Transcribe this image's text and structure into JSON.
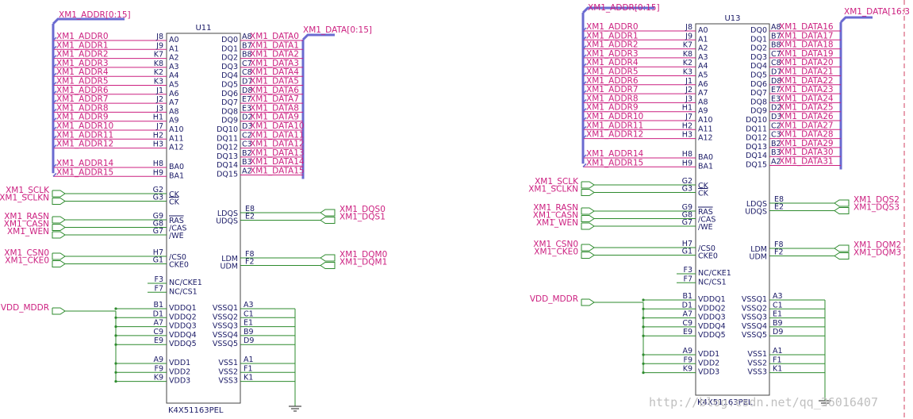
{
  "watermark": "http://blog.csdn.net/qq_36016407",
  "colors": {
    "wire": "#2e8b2e",
    "bus": "#6a6ad0",
    "net": "#cc2080",
    "pin": "#1a1a66"
  },
  "u11": {
    "refdes": "U11",
    "part": "K4X51163PEL",
    "addr_bus": "XM1_ADDR[0:15]",
    "data_bus": "XM1_DATA[0:15]",
    "addr_pins": [
      {
        "net": "XM1_ADDR0",
        "num": "J8",
        "name": "A0"
      },
      {
        "net": "XM1_ADDR1",
        "num": "J9",
        "name": "A1"
      },
      {
        "net": "XM1_ADDR2",
        "num": "K7",
        "name": "A2"
      },
      {
        "net": "XM1_ADDR3",
        "num": "K8",
        "name": "A3"
      },
      {
        "net": "XM1_ADDR4",
        "num": "K2",
        "name": "A4"
      },
      {
        "net": "XM1_ADDR5",
        "num": "K3",
        "name": "A5"
      },
      {
        "net": "XM1_ADDR6",
        "num": "J1",
        "name": "A6"
      },
      {
        "net": "XM1_ADDR7",
        "num": "J2",
        "name": "A7"
      },
      {
        "net": "XM1_ADDR8",
        "num": "J3",
        "name": "A8"
      },
      {
        "net": "XM1_ADDR9",
        "num": "H1",
        "name": "A9"
      },
      {
        "net": "XM1_ADDR10",
        "num": "J7",
        "name": "A10"
      },
      {
        "net": "XM1_ADDR11",
        "num": "H2",
        "name": "A11"
      },
      {
        "net": "XM1_ADDR12",
        "num": "H3",
        "name": "A12"
      }
    ],
    "ba_pins": [
      {
        "net": "XM1_ADDR14",
        "num": "H8",
        "name": "BA0"
      },
      {
        "net": "XM1_ADDR15",
        "num": "H9",
        "name": "BA1"
      }
    ],
    "data_pins": [
      {
        "name": "DQ0",
        "num": "A8",
        "net": "XM1_DATA0"
      },
      {
        "name": "DQ1",
        "num": "B7",
        "net": "XM1_DATA1"
      },
      {
        "name": "DQ2",
        "num": "B8",
        "net": "XM1_DATA2"
      },
      {
        "name": "DQ3",
        "num": "C7",
        "net": "XM1_DATA3"
      },
      {
        "name": "DQ4",
        "num": "C8",
        "net": "XM1_DATA4"
      },
      {
        "name": "DQ5",
        "num": "D7",
        "net": "XM1_DATA5"
      },
      {
        "name": "DQ6",
        "num": "D8",
        "net": "XM1_DATA6"
      },
      {
        "name": "DQ7",
        "num": "E7",
        "net": "XM1_DATA7"
      },
      {
        "name": "DQ8",
        "num": "E3",
        "net": "XM1_DATA8"
      },
      {
        "name": "DQ9",
        "num": "D2",
        "net": "XM1_DATA9"
      },
      {
        "name": "DQ10",
        "num": "D3",
        "net": "XM1_DATA10"
      },
      {
        "name": "DQ11",
        "num": "C2",
        "net": "XM1_DATA11"
      },
      {
        "name": "DQ12",
        "num": "C3",
        "net": "XM1_DATA12"
      },
      {
        "name": "DQ13",
        "num": "B2",
        "net": "XM1_DATA13"
      },
      {
        "name": "DQ14",
        "num": "B3",
        "net": "XM1_DATA14"
      },
      {
        "name": "DQ15",
        "num": "A2",
        "net": "XM1_DATA15"
      }
    ],
    "ctl_groups": [
      [
        {
          "net": "XM1_SCLK",
          "num": "G2",
          "name": "CK"
        },
        {
          "net": "XM1_SCLKN",
          "num": "G3",
          "name": "CK",
          "bar": true
        }
      ],
      [
        {
          "net": "XM1_RASN",
          "num": "G9",
          "name": "RAS",
          "bar": true
        },
        {
          "net": "XM1_CASN",
          "num": "G8",
          "name": "/CAS"
        },
        {
          "net": "XM1_WEN",
          "num": "G7",
          "name": "/WE"
        }
      ],
      [
        {
          "net": "XM1_CSN0",
          "num": "H7",
          "name": "/CS0"
        },
        {
          "net": "XM1_CKE0",
          "num": "G1",
          "name": "CKE0"
        }
      ]
    ],
    "nc_pins": [
      {
        "num": "F3",
        "name": "NC/CKE1"
      },
      {
        "num": "F7",
        "name": "NC/CS1"
      }
    ],
    "dqs_pins": [
      {
        "name": "LDQS",
        "num": "E8",
        "net": "XM1_DQS0"
      },
      {
        "name": "UDQS",
        "num": "E2",
        "net": "XM1_DQS1"
      }
    ],
    "dqm_pins": [
      {
        "name": "LDM",
        "num": "F8",
        "net": "XM1_DQM0"
      },
      {
        "name": "UDM",
        "num": "F2",
        "net": "XM1_DQM1"
      }
    ],
    "power_net": "VDD_MDDR",
    "vddq_pins": [
      {
        "num": "B1",
        "name": "VDDQ1"
      },
      {
        "num": "D1",
        "name": "VDDQ2"
      },
      {
        "num": "A7",
        "name": "VDDQ3"
      },
      {
        "num": "C9",
        "name": "VDDQ4"
      },
      {
        "num": "E9",
        "name": "VDDQ5"
      }
    ],
    "vdd_pins": [
      {
        "num": "A9",
        "name": "VDD1"
      },
      {
        "num": "F9",
        "name": "VDD2"
      },
      {
        "num": "K9",
        "name": "VDD3"
      }
    ],
    "vssq_pins": [
      {
        "name": "VSSQ1",
        "num": "A3"
      },
      {
        "name": "VSSQ2",
        "num": "C1"
      },
      {
        "name": "VSSQ3",
        "num": "E1"
      },
      {
        "name": "VSSQ4",
        "num": "B9"
      },
      {
        "name": "VSSQ5",
        "num": "D9"
      }
    ],
    "vss_pins": [
      {
        "name": "VSS1",
        "num": "A1"
      },
      {
        "name": "VSS2",
        "num": "F1"
      },
      {
        "name": "VSS3",
        "num": "K1"
      }
    ]
  },
  "u13": {
    "refdes": "U13",
    "part": "K4X51163PEL",
    "addr_bus": "XM1_ADDR[0:15]",
    "data_bus": "XM1_DATA[16:3",
    "addr_pins": [
      {
        "net": "XM1_ADDR0",
        "num": "J8",
        "name": "A0"
      },
      {
        "net": "XM1_ADDR1",
        "num": "J9",
        "name": "A1"
      },
      {
        "net": "XM1_ADDR2",
        "num": "K7",
        "name": "A2"
      },
      {
        "net": "XM1_ADDR3",
        "num": "K8",
        "name": "A3"
      },
      {
        "net": "XM1_ADDR4",
        "num": "K2",
        "name": "A4"
      },
      {
        "net": "XM1_ADDR5",
        "num": "K3",
        "name": "A5"
      },
      {
        "net": "XM1_ADDR6",
        "num": "J1",
        "name": "A6"
      },
      {
        "net": "XM1_ADDR7",
        "num": "J2",
        "name": "A7"
      },
      {
        "net": "XM1_ADDR8",
        "num": "J3",
        "name": "A8"
      },
      {
        "net": "XM1_ADDR9",
        "num": "H1",
        "name": "A9"
      },
      {
        "net": "XM1_ADDR10",
        "num": "J7",
        "name": "A10"
      },
      {
        "net": "XM1_ADDR11",
        "num": "H2",
        "name": "A11"
      },
      {
        "net": "XM1_ADDR12",
        "num": "H3",
        "name": "A12"
      }
    ],
    "ba_pins": [
      {
        "net": "XM1_ADDR14",
        "num": "H8",
        "name": "BA0"
      },
      {
        "net": "XM1_ADDR15",
        "num": "H9",
        "name": "BA1"
      }
    ],
    "data_pins": [
      {
        "name": "DQ0",
        "num": "A8",
        "net": "XM1_DATA16"
      },
      {
        "name": "DQ1",
        "num": "B7",
        "net": "XM1_DATA17"
      },
      {
        "name": "DQ2",
        "num": "B8",
        "net": "XM1_DATA18"
      },
      {
        "name": "DQ3",
        "num": "C7",
        "net": "XM1_DATA19"
      },
      {
        "name": "DQ4",
        "num": "C8",
        "net": "XM1_DATA20"
      },
      {
        "name": "DQ5",
        "num": "D7",
        "net": "XM1_DATA21"
      },
      {
        "name": "DQ6",
        "num": "D8",
        "net": "XM1_DATA22"
      },
      {
        "name": "DQ7",
        "num": "E7",
        "net": "XM1_DATA23"
      },
      {
        "name": "DQ8",
        "num": "E3",
        "net": "XM1_DATA24"
      },
      {
        "name": "DQ9",
        "num": "D2",
        "net": "XM1_DATA25"
      },
      {
        "name": "DQ10",
        "num": "D3",
        "net": "XM1_DATA26"
      },
      {
        "name": "DQ11",
        "num": "C2",
        "net": "XM1_DATA27"
      },
      {
        "name": "DQ12",
        "num": "C3",
        "net": "XM1_DATA28"
      },
      {
        "name": "DQ13",
        "num": "B2",
        "net": "XM1_DATA29"
      },
      {
        "name": "DQ14",
        "num": "B3",
        "net": "XM1_DATA30"
      },
      {
        "name": "DQ15",
        "num": "A2",
        "net": "XM1_DATA31"
      }
    ],
    "ctl_groups": [
      [
        {
          "net": "XM1_SCLK",
          "num": "G2",
          "name": "CK"
        },
        {
          "net": "XM1_SCLKN",
          "num": "G3",
          "name": "CK",
          "bar": true
        }
      ],
      [
        {
          "net": "XM1_RASN",
          "num": "G9",
          "name": "RAS",
          "bar": true
        },
        {
          "net": "XM1_CASN",
          "num": "G8",
          "name": "/CAS"
        },
        {
          "net": "XM1_WEN",
          "num": "G7",
          "name": "/WE"
        }
      ],
      [
        {
          "net": "XM1_CSN0",
          "num": "H7",
          "name": "/CS0"
        },
        {
          "net": "XM1_CKE0",
          "num": "G1",
          "name": "CKE0"
        }
      ]
    ],
    "nc_pins": [
      {
        "num": "F3",
        "name": "NC/CKE1"
      },
      {
        "num": "F7",
        "name": "NC/CS1"
      }
    ],
    "dqs_pins": [
      {
        "name": "LDQS",
        "num": "E8",
        "net": "XM1_DQS2"
      },
      {
        "name": "UDQS",
        "num": "E2",
        "net": "XM1_DQS3"
      }
    ],
    "dqm_pins": [
      {
        "name": "LDM",
        "num": "F8",
        "net": "XM1_DQM2"
      },
      {
        "name": "UDM",
        "num": "F2",
        "net": "XM1_DQM3"
      }
    ],
    "power_net": "VDD_MDDR",
    "vddq_pins": [
      {
        "num": "B1",
        "name": "VDDQ1"
      },
      {
        "num": "D1",
        "name": "VDDQ2"
      },
      {
        "num": "A7",
        "name": "VDDQ3"
      },
      {
        "num": "C9",
        "name": "VDDQ4"
      },
      {
        "num": "E9",
        "name": "VDDQ5"
      }
    ],
    "vdd_pins": [
      {
        "num": "A9",
        "name": "VDD1"
      },
      {
        "num": "F9",
        "name": "VDD2"
      },
      {
        "num": "K9",
        "name": "VDD3"
      }
    ],
    "vssq_pins": [
      {
        "name": "VSSQ1",
        "num": "A3"
      },
      {
        "name": "VSSQ2",
        "num": "C1"
      },
      {
        "name": "VSSQ3",
        "num": "E1"
      },
      {
        "name": "VSSQ4",
        "num": "B9"
      },
      {
        "name": "VSSQ5",
        "num": "D9"
      }
    ],
    "vss_pins": [
      {
        "name": "VSS1",
        "num": "A1"
      },
      {
        "name": "VSS2",
        "num": "F1"
      },
      {
        "name": "VSS3",
        "num": "K1"
      }
    ]
  }
}
